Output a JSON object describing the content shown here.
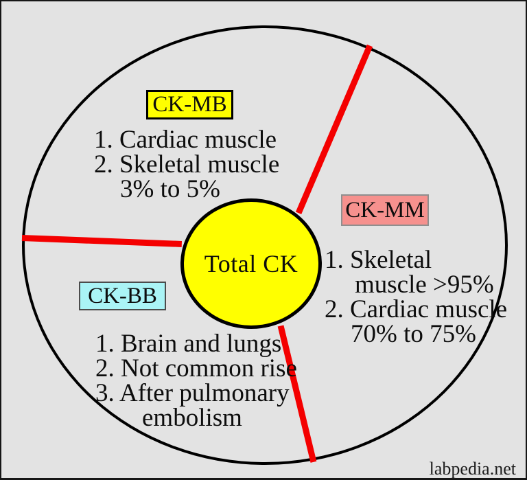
{
  "canvas": {
    "background_color": "#e3e3e3",
    "frame_color": "#161616",
    "divider_color": "#f40000",
    "outline_color": "#000000"
  },
  "diagram": {
    "center": {
      "label": "Total CK",
      "fill_color": "#ffff00"
    },
    "sections": [
      {
        "key": "ck-mb",
        "label": "CK-MB",
        "label_fill_color": "#ffff00",
        "items": [
          "1. Cardiac muscle",
          "2. Skeletal muscle",
          "3% to 5%"
        ]
      },
      {
        "key": "ck-mm",
        "label": "CK-MM",
        "label_fill_color": "#f6918e",
        "items": [
          "1. Skeletal",
          "muscle >95%",
          "2. Cardiac muscle",
          "70% to 75%"
        ]
      },
      {
        "key": "ck-bb",
        "label": "CK-BB",
        "label_fill_color": "#aaf4f6",
        "items": [
          "1. Brain and lungs",
          "2. Not common rise",
          "3. After pulmonary",
          "embolism"
        ]
      }
    ],
    "watermark": "labpedia.net"
  }
}
